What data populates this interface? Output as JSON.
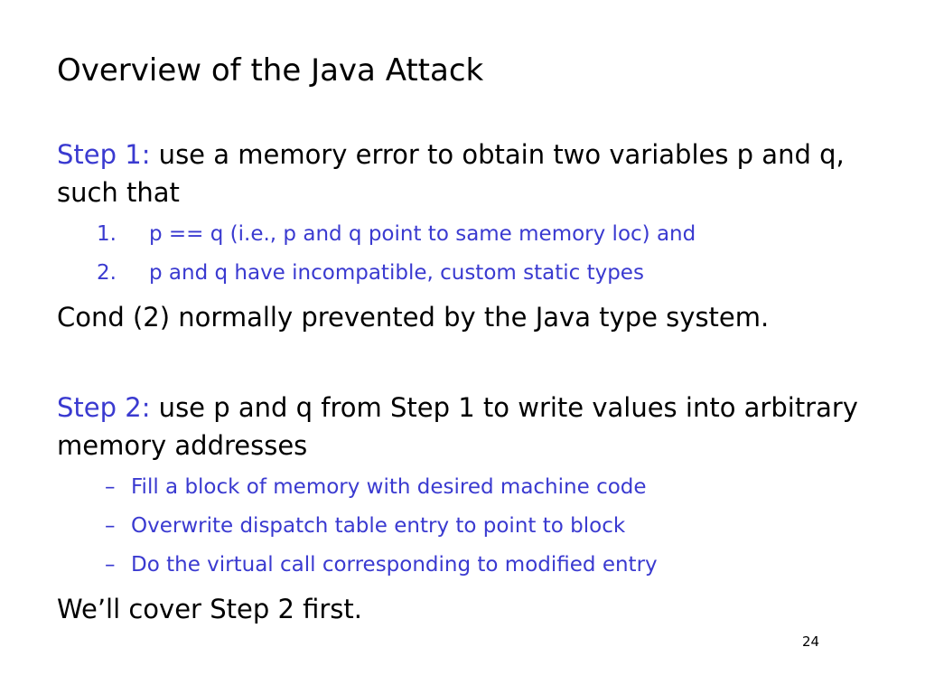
{
  "slide": {
    "title": "Overview of the Java Attack",
    "page_number": "24",
    "step1": {
      "label": "Step 1:",
      "text": " use a memory error to obtain two variables p and q, such that",
      "items": [
        {
          "marker": "1.",
          "text": "p == q (i.e., p and q point to same memory loc) and"
        },
        {
          "marker": "2.",
          "text": "p and q have incompatible, custom static types"
        }
      ]
    },
    "cond_text": "Cond (2) normally prevented by the Java type system.",
    "step2": {
      "label": "Step 2:",
      "text": " use p and q from Step 1 to write values into arbitrary memory addresses",
      "items": [
        {
          "marker": "–",
          "text": "Fill a block of memory with desired machine code"
        },
        {
          "marker": "–",
          "text": "Overwrite dispatch table entry to point to block"
        },
        {
          "marker": "–",
          "text": "Do the virtual call corresponding to modified entry"
        }
      ]
    },
    "closing_text": "We’ll cover Step 2 first.",
    "colors": {
      "accent": "#3a3ad0",
      "text": "#000000",
      "background": "#ffffff"
    }
  }
}
